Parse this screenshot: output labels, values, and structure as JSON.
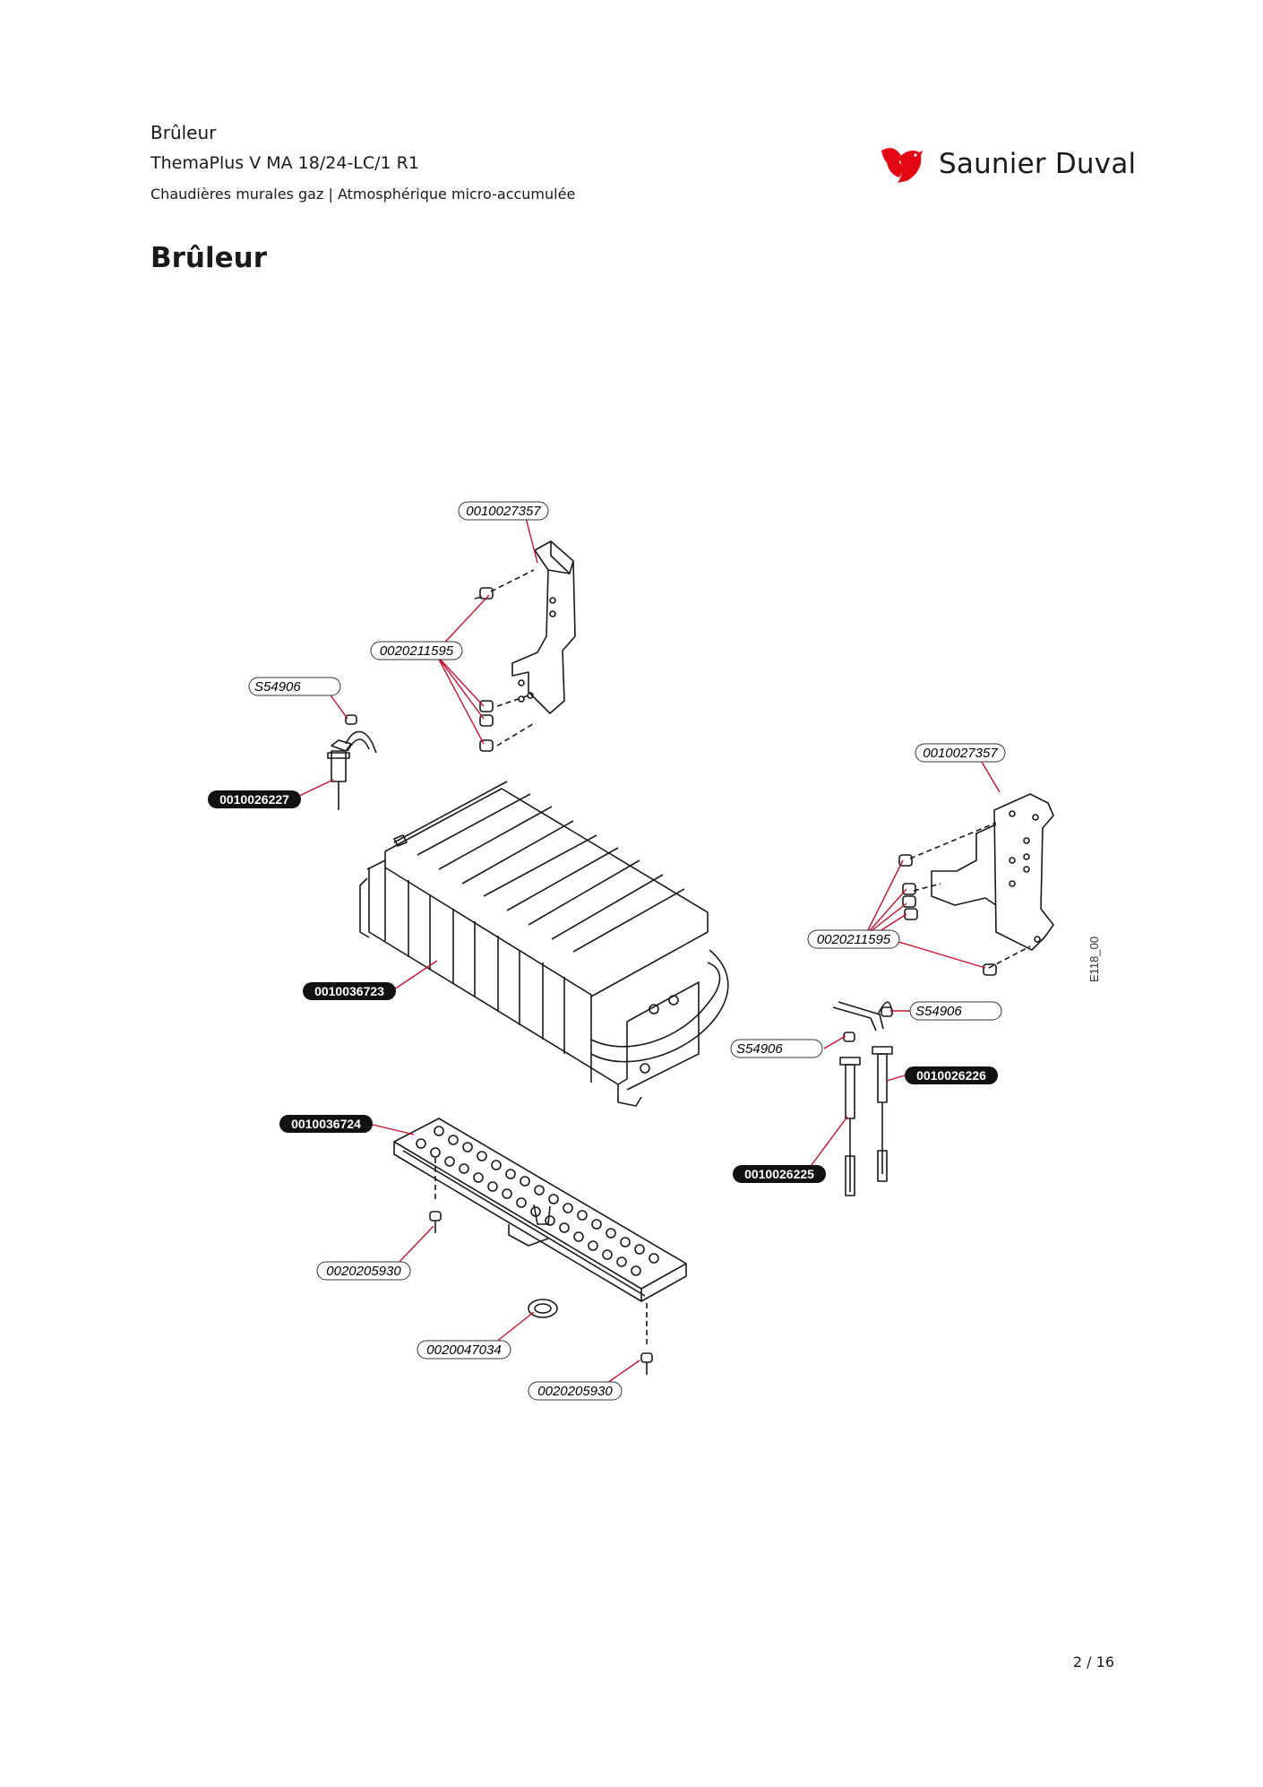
{
  "header": {
    "section": "Brûleur",
    "model": "ThemaPlus V MA 18/24-LC/1 R1",
    "category": "Chaudières murales gaz | Atmosphérique micro-accumulée"
  },
  "logo": {
    "brand": "Saunier Duval",
    "color": "#e30613"
  },
  "page_title": "Brûleur",
  "diagram": {
    "figure_id": "E118_00",
    "parts": {
      "bracket_top": "0010027357",
      "screws_top": "0020211595",
      "screw_left": "S54906",
      "electrode_left": "0010026227",
      "bracket_right": "0010027357",
      "screws_right": "0020211595",
      "burner": "0010036723",
      "screw_right_top": "S54906",
      "screw_right_mid": "S54906",
      "electrode_right_a": "0010026226",
      "electrode_right_b": "0010026225",
      "manifold": "0010036724",
      "bolt_left": "0020205930",
      "washer": "0020047034",
      "bolt_bottom": "0020205930"
    },
    "colors": {
      "leader": "#c8102e",
      "line": "#1a1a1a"
    }
  },
  "footer": {
    "page": "2 / 16"
  }
}
